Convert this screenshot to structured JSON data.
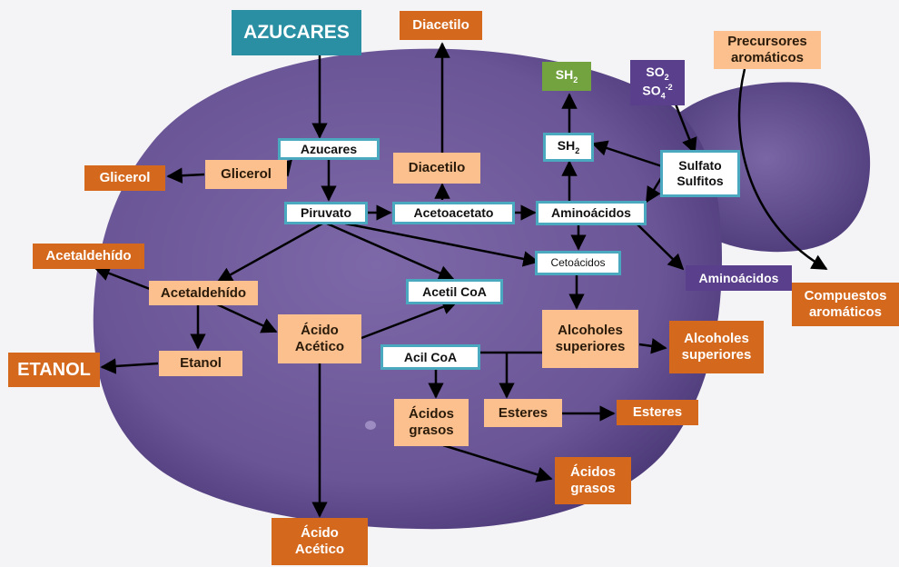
{
  "nodes": {
    "azucares_title": "AZUCARES",
    "diacetilo_top": "Diacetilo",
    "sh2_top": "SH",
    "so2": "SO",
    "so4": "SO",
    "precursores_1": "Precursores",
    "precursores_2": "aromáticos",
    "azucares": "Azucares",
    "glicerol_int": "Glicerol",
    "glicerol_ext": "Glicerol",
    "diacetilo_int": "Diacetilo",
    "sh2_int": "SH",
    "sulfato": "Sulfato",
    "sulfitos": "Sulfitos",
    "piruvato": "Piruvato",
    "acetoacetato": "Acetoacetato",
    "aminoacidos_int": "Aminoácidos",
    "acetaldehido_ext": "Acetaldehído",
    "cetoacidos": "Cetoácidos",
    "aminoacidos_ext": "Aminoácidos",
    "compuestos_1": "Compuestos",
    "compuestos_2": "aromáticos",
    "acetaldehido_int": "Acetaldehído",
    "acetil_coa": "Acetil CoA",
    "acido_acetico_int_1": "Ácido",
    "acido_acetico_int_2": "Acético",
    "alcoholes_int_1": "Alcoholes",
    "alcoholes_int_2": "superiores",
    "alcoholes_ext_1": "Alcoholes",
    "alcoholes_ext_2": "superiores",
    "acil_coa": "Acil CoA",
    "etanol_ext": "ETANOL",
    "etanol_int": "Etanol",
    "esteres_int": "Esteres",
    "esteres_ext": "Esteres",
    "acidos_grasos_int_1": "Ácidos",
    "acidos_grasos_int_2": "grasos",
    "acidos_grasos_ext_1": "Ácidos",
    "acidos_grasos_ext_2": "grasos",
    "acido_acetico_ext_1": "Ácido",
    "acido_acetico_ext_2": "Acético"
  },
  "subscripts": {
    "sh2_top": "2",
    "sh2_int": "2",
    "so2": "2",
    "so4": "4",
    "so4_charge": "-2"
  },
  "colors": {
    "cell": "#6f5a9c",
    "cell_shadow": "#4e3b7a",
    "external": "#d4691e",
    "internal": "#fbc08e",
    "white_border": "#4aa8bf",
    "title": "#2a8fa3",
    "sulfide": "#73a33f",
    "sulfur": "#5a3f8c",
    "arrow": "#000000"
  }
}
